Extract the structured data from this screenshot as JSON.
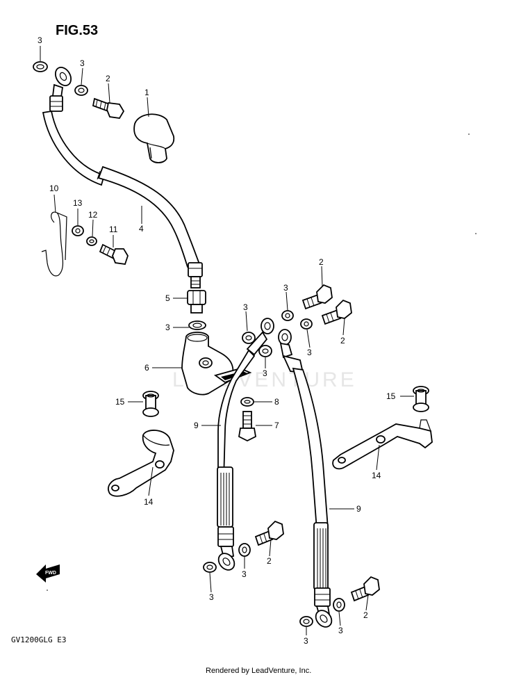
{
  "figure_title": "FIG.53",
  "model_code": "GV1200GLG E3",
  "footer": "Rendered by LeadVenture, Inc.",
  "watermark": "LEADVENTURE",
  "fwd_label": "FWD",
  "callouts": {
    "c1": "1",
    "c2a": "2",
    "c2b": "2",
    "c2c": "2",
    "c2d": "2",
    "c2e": "2",
    "c3a": "3",
    "c3b": "3",
    "c3c": "3",
    "c3d": "3",
    "c3e": "3",
    "c3f": "3",
    "c3g": "3",
    "c3h": "3",
    "c3i": "3",
    "c3j": "3",
    "c3k": "3",
    "c4": "4",
    "c5": "5",
    "c6": "6",
    "c7": "7",
    "c8": "8",
    "c9a": "9",
    "c9b": "9",
    "c10": "10",
    "c11": "11",
    "c12": "12",
    "c13": "13",
    "c14a": "14",
    "c14b": "14",
    "c15a": "15",
    "c15b": "15"
  }
}
